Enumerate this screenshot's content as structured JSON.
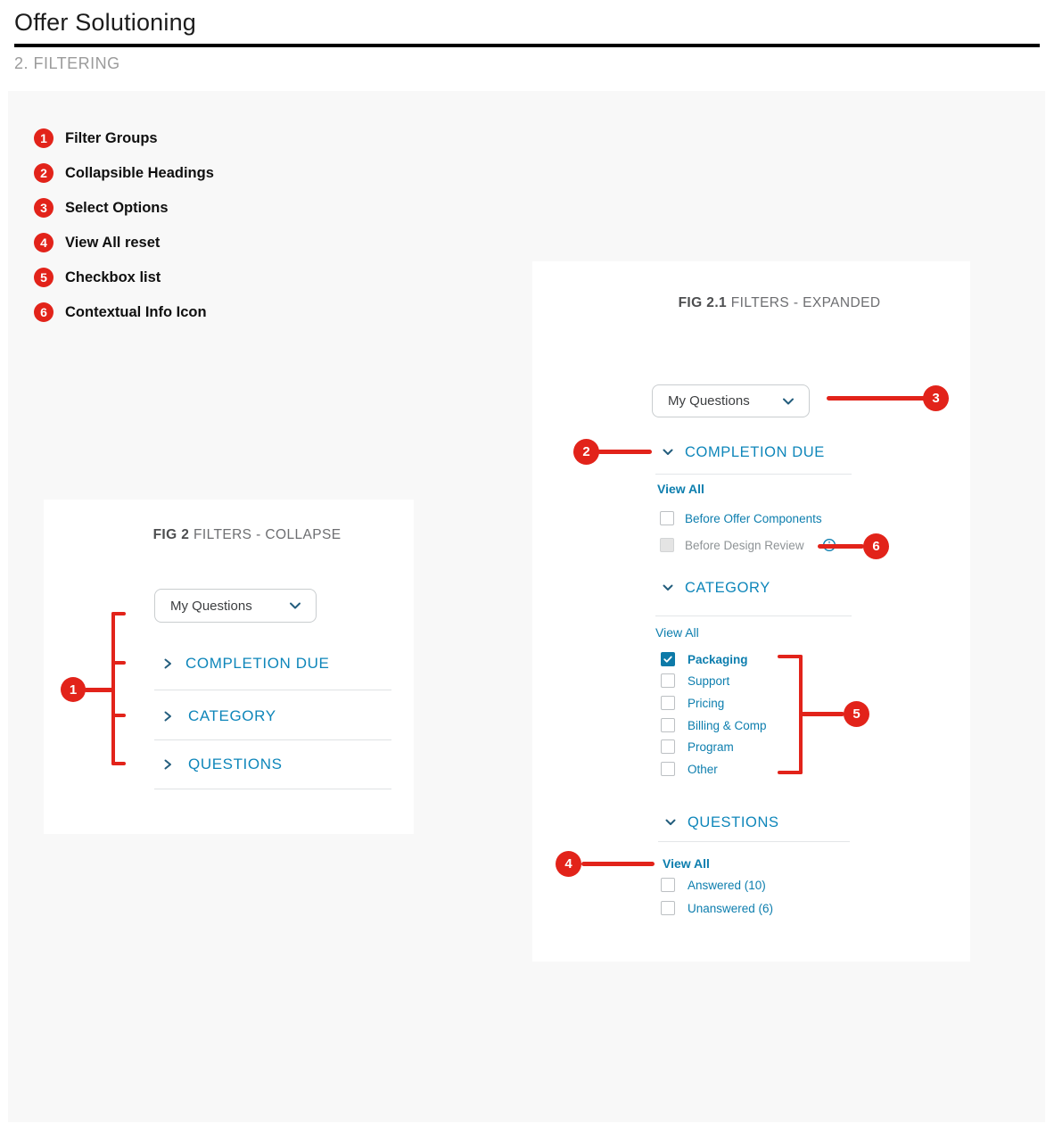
{
  "page": {
    "title": "Offer Solutioning",
    "section": "2. FILTERING"
  },
  "legend": {
    "items": [
      {
        "num": "1",
        "label": "Filter Groups"
      },
      {
        "num": "2",
        "label": "Collapsible Headings"
      },
      {
        "num": "3",
        "label": "Select Options"
      },
      {
        "num": "4",
        "label": "View All reset"
      },
      {
        "num": "5",
        "label": "Checkbox list"
      },
      {
        "num": "6",
        "label": "Contextual Info Icon"
      }
    ]
  },
  "fig_collapse": {
    "title_prefix": "FIG 2",
    "title_rest": " FILTERS - COLLAPSE",
    "dropdown_value": "My Questions",
    "groups": [
      {
        "label": "COMPLETION DUE"
      },
      {
        "label": "CATEGORY"
      },
      {
        "label": "QUESTIONS"
      }
    ]
  },
  "fig_expanded": {
    "title_prefix": "FIG 2.1",
    "title_rest": " FILTERS - EXPANDED",
    "dropdown_value": "My Questions",
    "sections": [
      {
        "label": "COMPLETION DUE",
        "view_all": "View All",
        "items": [
          {
            "label": "Before Offer Components",
            "checked": false
          },
          {
            "label": "Before Design Review",
            "checked": false,
            "disabled": true,
            "info": true
          }
        ]
      },
      {
        "label": "CATEGORY",
        "view_all": "View All",
        "items": [
          {
            "label": "Packaging",
            "checked": true
          },
          {
            "label": "Support",
            "checked": false
          },
          {
            "label": "Pricing",
            "checked": false
          },
          {
            "label": "Billing & Comp",
            "checked": false
          },
          {
            "label": "Program",
            "checked": false
          },
          {
            "label": "Other",
            "checked": false
          }
        ]
      },
      {
        "label": "QUESTIONS",
        "view_all": "View All",
        "items": [
          {
            "label": "Answered (10)",
            "checked": false
          },
          {
            "label": "Unanswered (6)",
            "checked": false
          }
        ]
      }
    ]
  },
  "colors": {
    "red": "#E2231A",
    "blue_link": "#0D7EAE",
    "blue_heading": "#0E86BA",
    "blue_chevron": "#235D7D",
    "blue_checkbox": "#0D7AA8",
    "gray_bg": "#F8F8F8",
    "panel_white": "#FFFFFF",
    "underline": "#E3E6E8",
    "border_dropdown": "#C9CDCF",
    "border_checkbox": "#BCC0C3",
    "disabled_fill": "#E4E4E4",
    "disabled_text": "#8E9396"
  }
}
